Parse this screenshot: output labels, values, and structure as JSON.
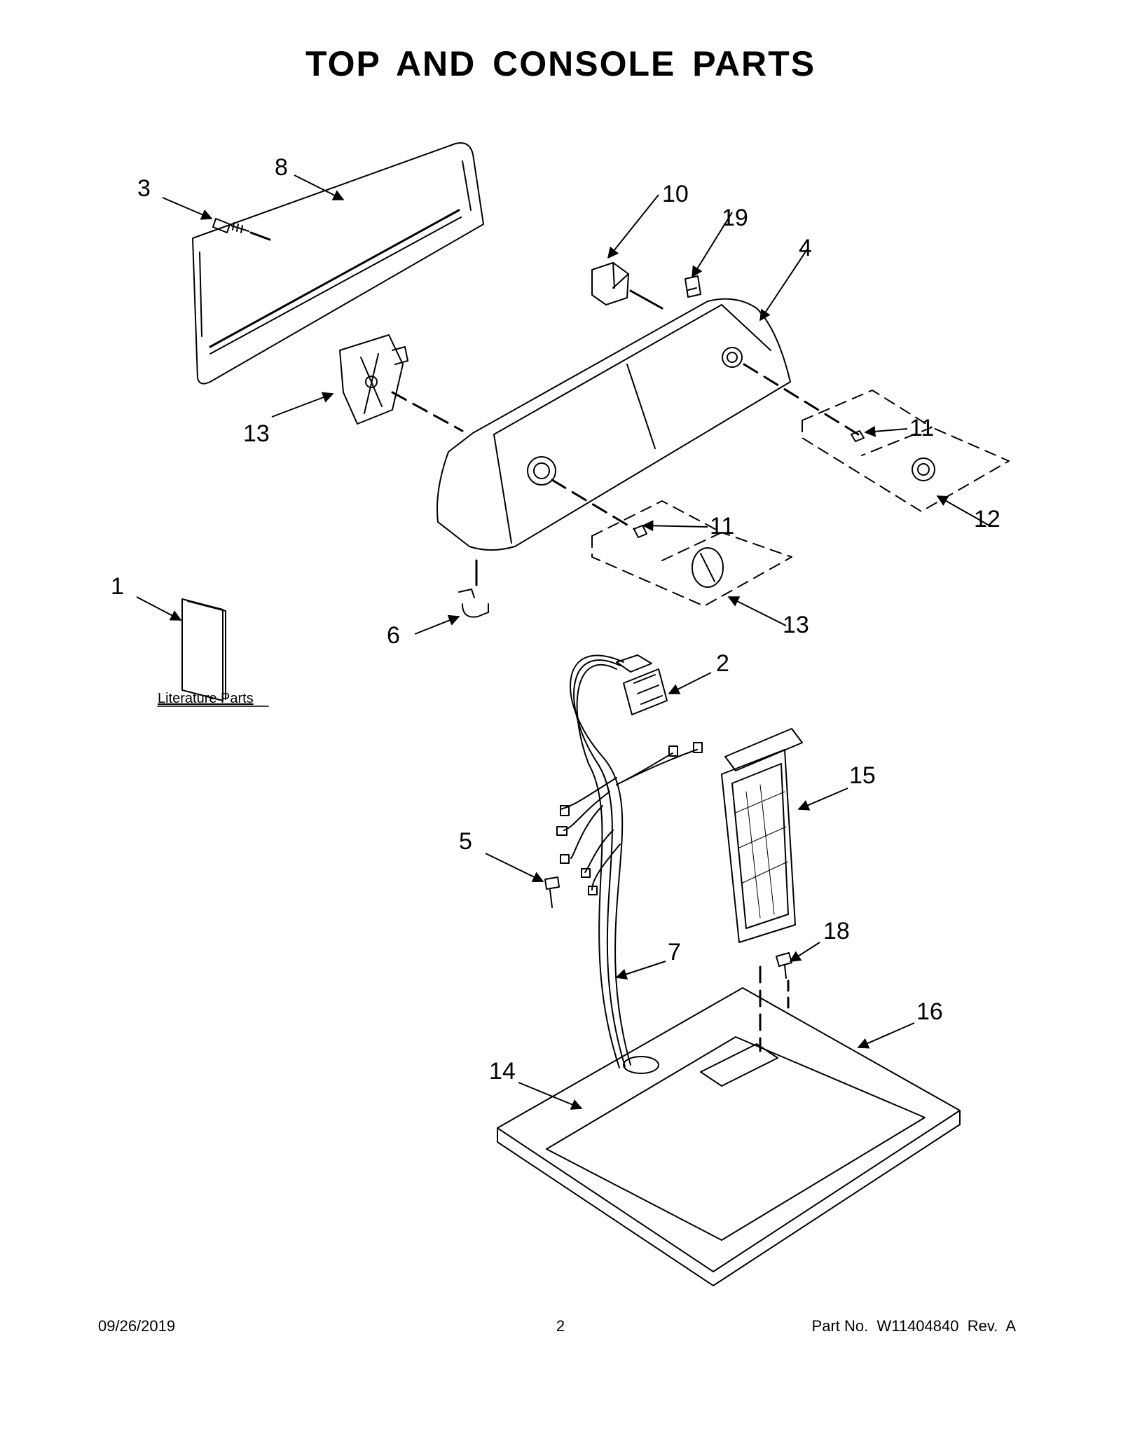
{
  "title": "TOP AND CONSOLE PARTS",
  "literature_label": "Literature Parts",
  "callouts": [
    "3",
    "8",
    "10",
    "19",
    "4",
    "13",
    "11",
    "11",
    "12",
    "13",
    "1",
    "6",
    "2",
    "15",
    "5",
    "7",
    "18",
    "16",
    "14"
  ],
  "footer": {
    "date": "09/26/2019",
    "page": "2",
    "part": "Part No.  W11404840  Rev.  A"
  }
}
